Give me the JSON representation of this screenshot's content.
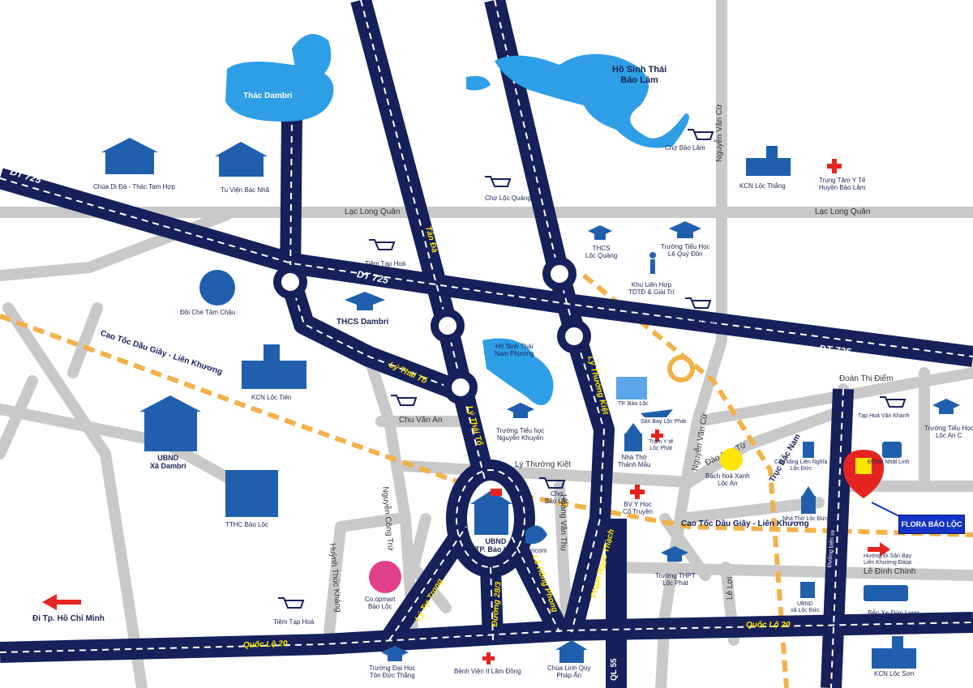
{
  "roads": {
    "dt725_left": "DT 725",
    "dt725_mid": "DT 725",
    "dt725_right": "DT 725",
    "lac_long_quan_1": "Lạc Long Quân",
    "lac_long_quan_2": "Lạc Long Quân",
    "tam_da": "Tản Đà",
    "ly_thai_to": "Lý Thái Tổ",
    "ly_tu_trong_v": "Lý Tự Trọng",
    "ly_thuong_kiet_v": "Lý Thường Kiệt",
    "ly_thuong_kiet_h": "Lý Thường Kiệt",
    "chu_van_an": "Chu Văn An",
    "nguyen_cong_tru": "Nguyễn Công Trứ",
    "huynh_thuc_khang": "Huỳnh Thúc Kháng",
    "hoang_van_thu": "Hoàng Văn Thụ",
    "pham_ngoc_thach": "Phạm Ngọc Thạch",
    "le_hong_phong": "Lê Hồng Phong",
    "duong_28_3": "Đường 28/3",
    "nguyen_van_cu_top": "Nguyễn Văn Cừ",
    "nguyen_van_cu_mid": "Nguyễn Văn Cừ",
    "doan_thi_diem": "Đoàn Thị Điểm",
    "dao_duy_tu": "Đào Duy Từ",
    "truc_bac_nam": "Trục Bắc Nam",
    "le_dinh_chinh": "Lê Đình Chính",
    "le_loi": "Lê Lợi",
    "ql55": "QL 55",
    "quoc_lo_20_left": "Quốc Lộ 20",
    "quoc_lo_20_right": "Quốc Lộ 20",
    "duong_bien_xe": "Đường biên xe",
    "cao_toc_left": "Cao Tốc  Dầu Giây - Liên Khương",
    "cao_toc_right": "Cao Tốc  Dầu Giây - Liên Khương"
  },
  "places": {
    "thac_dambri": "Thác Dambri",
    "ho_sinh_thai_bao_lam": "Hồ Sinh Thái\nBảo Lâm",
    "cho_bao_lam": "Chợ Bảo Lâm",
    "kcn_loc_thang": "KCN Lộc Thắng",
    "trung_tam_y_te": "Trung Tâm Y Tế\nHuyện Bảo Lâm",
    "chua_di_da": "Chùa Di Đà - Thác Tam Hợp",
    "tu_vien_bac_nha": "Tu Viện Bác Nhã",
    "cho_loc_quang": "Chợ Lộc Quảng",
    "tiem_tap_hoa_1": "Tiệm Tạp Hoá",
    "thcs_loc_quang": "THCS\nLộc Quảng",
    "truong_le_quy_don": "Trường Tiểu Học\nLê Quý Đôn",
    "khu_lien_hop": "Khu Liên Hợp\nTDTĐ & Giải Trí",
    "tiem_tap_hoa_2": "Tiệm Tạp Hoá",
    "doi_che_tam_chau": "Đồi Chè Tâm Châu",
    "thcs_dambri": "THCS Dambri",
    "kcn_loc_tien": "KCN Lộc Tiến",
    "ubnd_dambri": "UBND\nXã Dambri",
    "ho_nam_phuong": "Hồ Sinh Thái\nNam Phương",
    "truong_nguyen_khuyen": "Trường Tiểu học\nNguyễn Khuyến",
    "tp_bao_loc": "TP. Bảo Lộc",
    "san_bay_loc_phat": "Sân Bay Lộc Phát",
    "tram_y_te_loc_phat": "Trạm Y tế\nLộc Phát",
    "nha_tho_thanh_mau": "Nhà Thờ\nThánh Mẫu",
    "cho_bao_loc": "Chợ\nBảo Lộc",
    "bv_y_hoc": "BV Y Học\nCổ Truyền",
    "ubnd_tp": "UBND\nTP. Bảo Lộc",
    "vincom": "Vincom",
    "tthc_bao_loc": "TTHC Bảo Lộc",
    "coopmart": "Co.opmart\nBảo Lộc",
    "tiem_tap_hoa_3": "Tiệm Tạp Hoá",
    "di_hcm": "Đi Tp. Hồ Chí Minh",
    "truong_ton_duc_thang": "Trường Đại Học\nTôn Đức Thắng",
    "benh_vien_ii": "Bệnh Viện II Lâm Đồng",
    "chua_linh_quy": "Chùa Linh Quy\nPháp Ấn",
    "bach_hoa_xanh": "Bách hoá Xanh\nLộc An",
    "truong_thpt_loc_phat": "Trường THPT\nLộc Phát",
    "cay_xang": "Cây xăng Liên Nghĩa\nLộc Đức",
    "nha_tho_loc_duc": "Nhà Thờ Lộc Đức",
    "ubnd_loc_duc": "UBND\nxã Lộc Đức",
    "tap_hoa_van_khanh": "Tạp Hoá Văn Khánh",
    "dtdd_nhat_linh": "ĐTDĐ Nhật Linh",
    "truong_loc_an_c": "Trường Tiểu Học\nLộc An C",
    "flora": "FLORA BẢO LỘC",
    "huong_san_bay": "Hướng Đi Sân Bay\nLiên Khương Đàlạt",
    "ben_xe_duc_long": "Bến Xe Đức Long",
    "kcn_loc_son": "KCN Lộc Sơn"
  },
  "colors": {
    "highway": "#16205a",
    "minor_road": "#c9c9c9",
    "water": "#2e9ee6",
    "icon_blue": "#1f5fae",
    "expressway": "#f2b24a",
    "label_yellow": "#ffe600",
    "marker_red": "#e52421",
    "flora_bg": "#1433c9"
  }
}
